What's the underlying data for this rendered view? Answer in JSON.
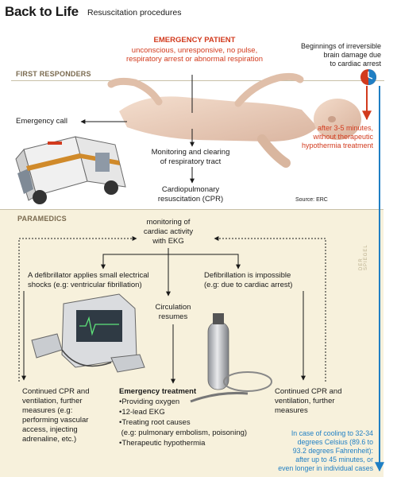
{
  "header": {
    "title": "Back to Life",
    "subtitle": "Resuscitation procedures"
  },
  "emergency_patient": {
    "title": "EMERGENCY PATIENT",
    "line1": "unconscious, unresponsive, no pulse,",
    "line2": "respiratory arrest or abnormal respiration"
  },
  "sections": {
    "first_responders": "FIRST RESPONDERS",
    "paramedics": "PARAMEDICS"
  },
  "first_responders": {
    "emergency_call": "Emergency call",
    "monitoring_line1": "Monitoring and clearing",
    "monitoring_line2": "of respiratory tract",
    "cpr_line1": "Cardiopulmonary",
    "cpr_line2": "resuscitation (CPR)",
    "source": "Source: ERC"
  },
  "brain_damage": {
    "line1": "Beginnings of irreversible",
    "line2": "brain damage due",
    "line3": "to cardiac arrest",
    "after1": "after 3-5 minutes,",
    "after2": "without therapeutic",
    "after3": "hypothermia treatment"
  },
  "paramedics": {
    "monitoring_line1": "monitoring of",
    "monitoring_line2": "cardiac activity",
    "monitoring_line3": "with EKG",
    "defib_line1": "A defibrillator applies small electrical",
    "defib_line2": "shocks (e.g: ventricular fibrillation)",
    "impossible_line1": "Defibrillation is impossible",
    "impossible_line2": "(e.g: due to cardiac arrest)",
    "circulation_line1": "Circulation",
    "circulation_line2": "resumes",
    "left_cpr": [
      "Continued CPR and",
      "ventilation, further",
      "measures (e.g:",
      "performing vascular",
      "access, injecting",
      "adrenaline, etc.)"
    ],
    "treatment_title": "Emergency treatment",
    "treatment_items": [
      "•Providing oxygen",
      "•12-lead EKG",
      "•Treating root causes",
      " (e.g: pulmonary embolism, poisoning)",
      "•Therapeutic hypothermia"
    ],
    "right_cpr": [
      "Continued CPR and",
      "ventilation, further",
      "measures"
    ],
    "cooling": [
      "In case of cooling to 32-34",
      "degrees Celsius (89.6 to",
      "93.2 degrees Fahrenheit):",
      "after up to 45 minutes, or",
      "even longer in individual cases"
    ],
    "credit": "DER SPIEGEL"
  },
  "colors": {
    "accent_red": "#d23a1d",
    "accent_blue": "#1f7fc4",
    "panel_bg": "#f7f1dc",
    "section_label": "#7a6a4f",
    "ambulance_stripe": "#d08a2a"
  },
  "icons": [
    "clock-icon",
    "ambulance-illustration",
    "patient-illustration",
    "defibrillator-illustration",
    "oxygen-tank-illustration"
  ]
}
